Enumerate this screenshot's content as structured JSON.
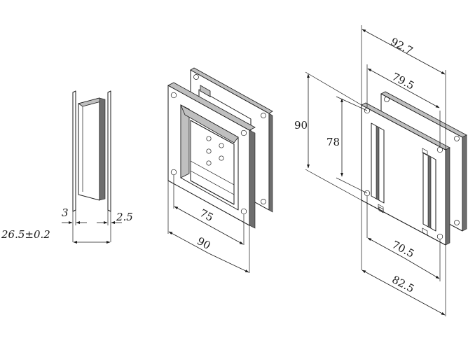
{
  "dimensions": {
    "side_left_thickness": "3",
    "side_right_thickness": "2.5",
    "side_total_depth": "26.5±0.2",
    "small_hole_spacing": "75",
    "small_plate_width": "90",
    "large_outer_width": "92.7",
    "large_inner_width": "79.5",
    "large_outer_height": "90",
    "large_inner_height": "78",
    "large_bottom_inner": "70.5",
    "large_bottom_outer": "82.5"
  }
}
